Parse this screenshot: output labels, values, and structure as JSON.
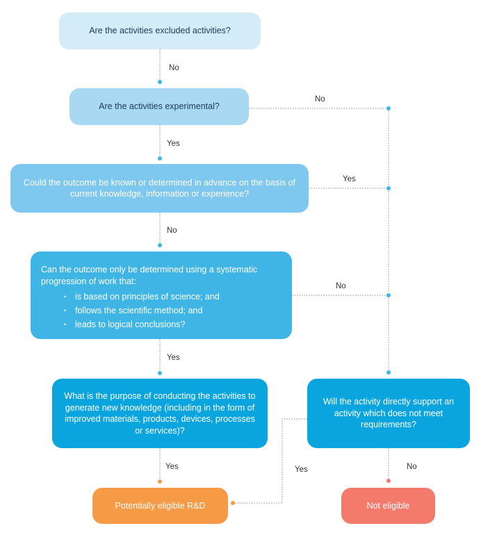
{
  "nodes": {
    "excluded": "Are the activities excluded activities?",
    "experimental": "Are the activities experimental?",
    "known_in_advance": "Could the outcome be known or determined in advance on the basis of current knowledge, information or experience?",
    "systematic": {
      "question": "Can the outcome only be determined using a systematic progression of work that:",
      "bullets": [
        "is based on principles of science; and",
        "follows the scientific method; and",
        "leads to logical conclusions?"
      ]
    },
    "purpose": "What is the purpose of conducting the activities to generate new knowledge (including in the form of improved materials, products, devices, processes or services)?",
    "support": "Will the activity directly support an activity which does not meet requirements?",
    "eligible": "Potentially eligible R&D",
    "not_eligible": "Not eligible"
  },
  "edges": {
    "excluded_no": "No",
    "experimental_no": "No",
    "experimental_yes": "Yes",
    "known_yes": "Yes",
    "known_no": "No",
    "systematic_no": "No",
    "systematic_yes": "Yes",
    "purpose_yes": "Yes",
    "support_yes": "Yes",
    "support_no": "No"
  },
  "colors": {
    "connector": "#8a8a8a",
    "dot_blue": "#3fb5e5",
    "dot_orange": "#f69a45",
    "dot_red": "#f47a6c"
  }
}
